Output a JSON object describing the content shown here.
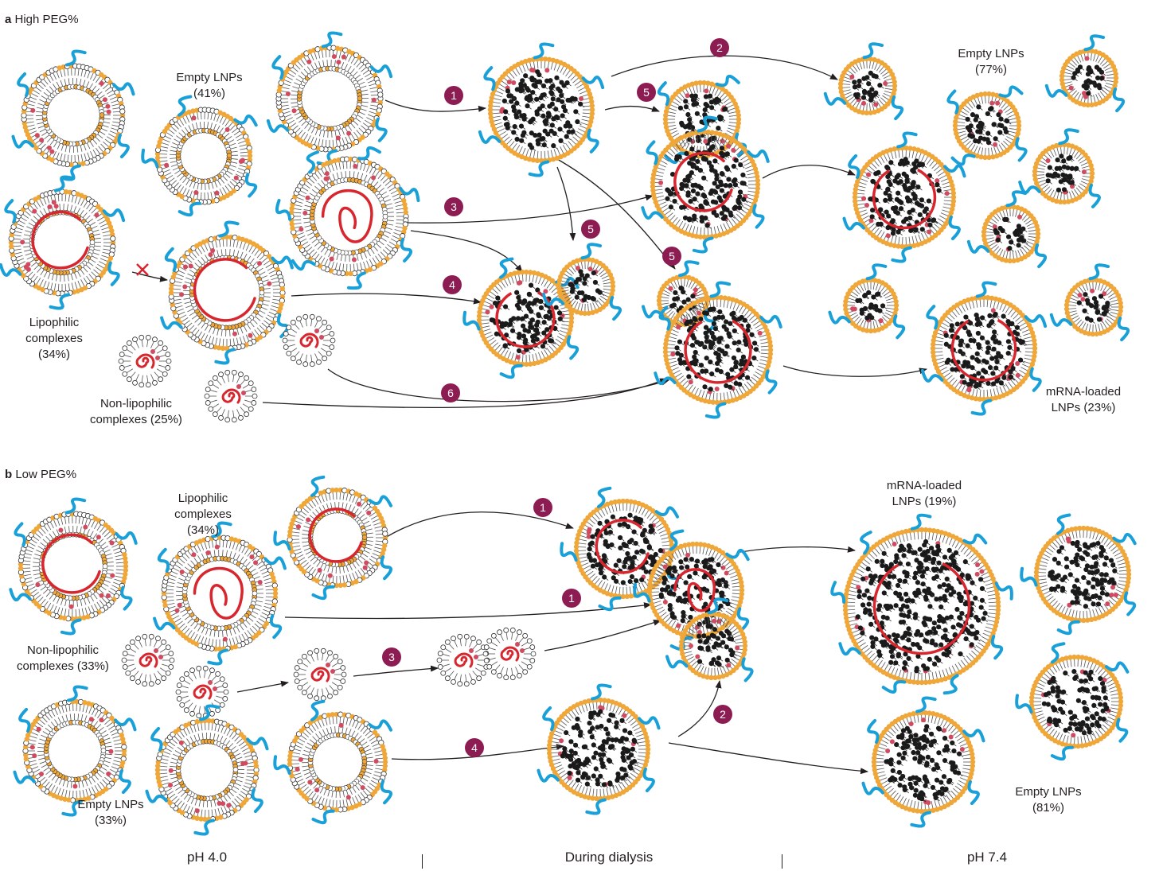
{
  "panel_a": {
    "letter": "a",
    "title": "High PEG%",
    "labels": {
      "empty_lnps": [
        "Empty LNPs",
        "(41%)"
      ],
      "lipophilic": [
        "Lipophilic",
        "complexes",
        "(34%)"
      ],
      "non_lipophilic": [
        "Non-lipophilic",
        "complexes (25%)"
      ],
      "empty_out": [
        "Empty LNPs",
        "(77%)"
      ],
      "mrna_out": [
        "mRNA-loaded",
        "LNPs (23%)"
      ]
    },
    "steps": [
      "1",
      "2",
      "3",
      "4",
      "5",
      "5",
      "5",
      "6"
    ]
  },
  "panel_b": {
    "letter": "b",
    "title": "Low PEG%",
    "labels": {
      "lipophilic": [
        "Lipophilic",
        "complexes",
        "(34%)"
      ],
      "non_lipophilic": [
        "Non-lipophilic",
        "complexes (33%)"
      ],
      "empty_lnps": [
        "Empty LNPs",
        "(33%)"
      ],
      "mrna_out": [
        "mRNA-loaded",
        "LNPs (19%)"
      ],
      "empty_out": [
        "Empty LNPs",
        "(81%)"
      ]
    },
    "steps": [
      "1",
      "1",
      "2",
      "3",
      "4"
    ]
  },
  "stages": [
    "pH 4.0",
    "During dialysis",
    "pH 7.4"
  ],
  "colors": {
    "peg": "#1aa0d8",
    "lipid_head": "#f0a73a",
    "mrna": "#d7262e",
    "ionizable": "#1a1a1a",
    "cholesterol": "#d14a5f",
    "step_badge": "#8c1c52"
  }
}
